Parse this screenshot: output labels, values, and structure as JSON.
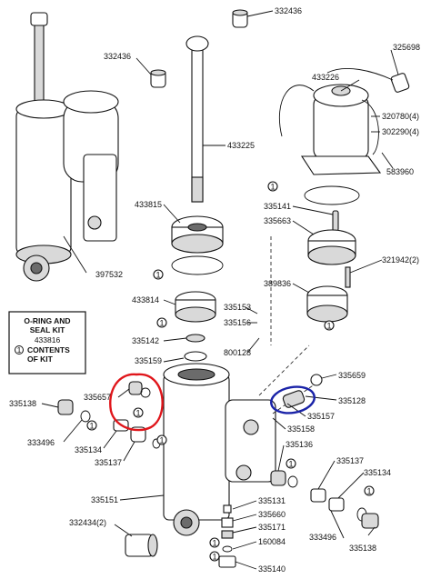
{
  "labels": {
    "p332436_top": "332436",
    "p332436_left": "332436",
    "p433225": "433225",
    "p433815": "433815",
    "p397532": "397532",
    "p433814": "433814",
    "p335153": "335153",
    "p335156": "335156",
    "p335142": "335142",
    "p800128": "800128",
    "p335159": "335159",
    "p335657": "335657",
    "p335138_left": "335138",
    "p333496_left": "333496",
    "p335134_left": "335134",
    "p335137_left": "335137",
    "p335151": "335151",
    "p332434": "332434(2)",
    "p325698": "325698",
    "p433226": "433226",
    "p320780": "320780(4)",
    "p302290": "302290(4)",
    "p583960": "583960",
    "p335141": "335141",
    "p335663": "335663",
    "p321942": "321942(2)",
    "p389836": "389836",
    "p335659": "335659",
    "p335128": "335128",
    "p335157": "335157",
    "p335158": "335158",
    "p335136": "335136",
    "p335137_right": "335137",
    "p335134_right": "335134",
    "p335131": "335131",
    "p335660": "335660",
    "p335171": "335171",
    "p160084": "160084",
    "p335140": "335140",
    "p333496_right": "333496",
    "p335138_right": "335138"
  },
  "kit_box": {
    "title_line1": "O-RING AND",
    "title_line2": "SEAL KIT",
    "part_number": "433816",
    "contents_line1": "CONTENTS",
    "contents_line2": "OF KIT",
    "callout_symbol": "1"
  },
  "callout_symbol": "1",
  "colors": {
    "red_highlight": "#e0161b",
    "blue_highlight": "#1a23a8",
    "ink": "#111111"
  }
}
